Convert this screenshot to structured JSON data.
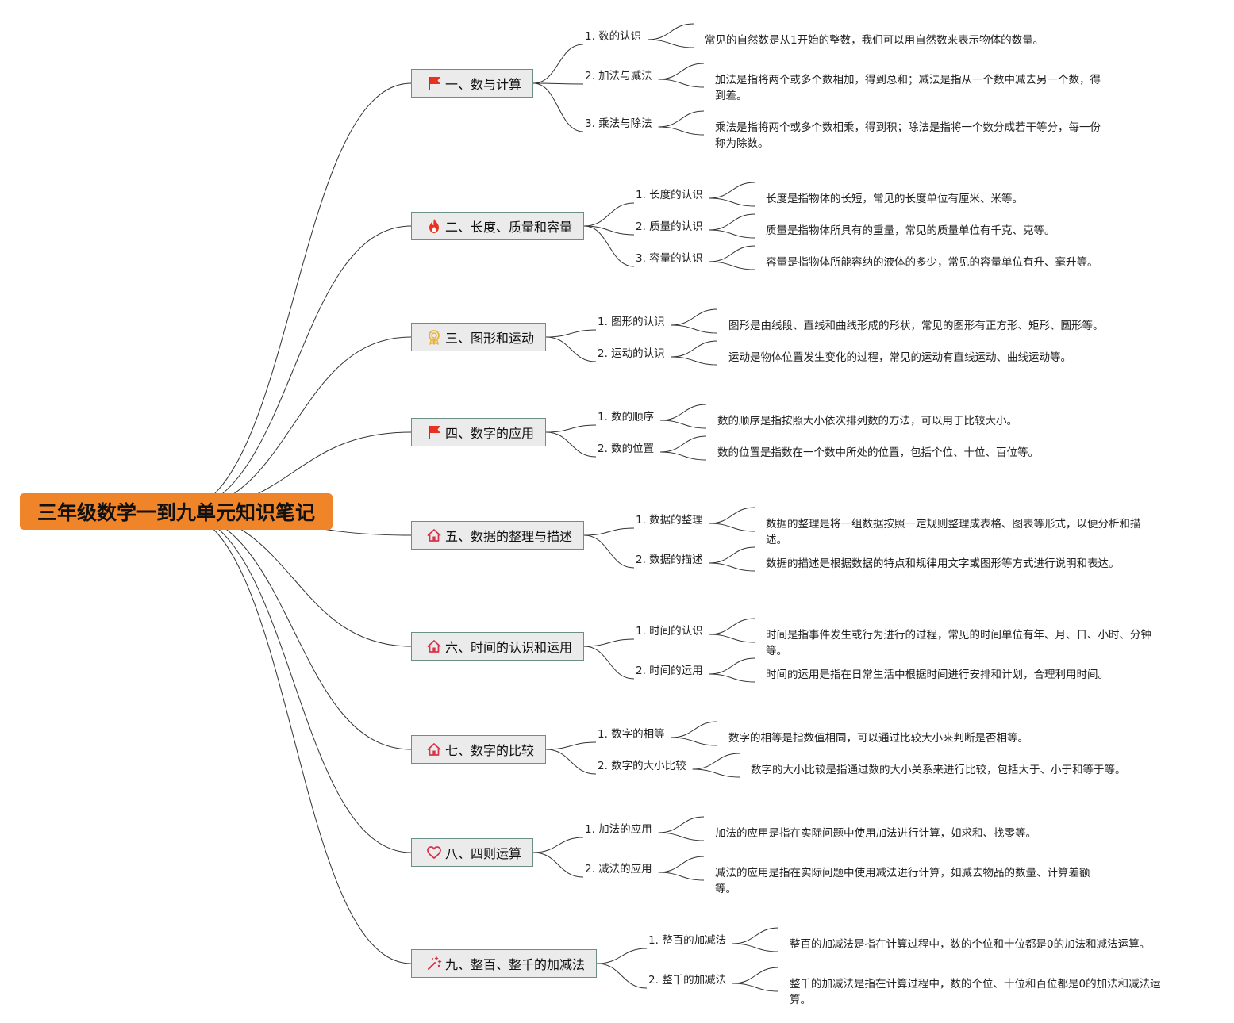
{
  "root": {
    "title": "三年级数学一到九单元知识笔记"
  },
  "units": [
    {
      "label": "一、数与计算",
      "icon": "red-flag-icon",
      "items": [
        {
          "label": "1. 数的认识",
          "desc": "常见的自然数是从1开始的整数，我们可以用自然数来表示物体的数量。"
        },
        {
          "label": "2. 加法与减法",
          "desc": "加法是指将两个或多个数相加，得到总和；减法是指从一个数中减去另一个数，得到差。"
        },
        {
          "label": "3. 乘法与除法",
          "desc": "乘法是指将两个或多个数相乘，得到积；除法是指将一个数分成若干等分，每一份称为除数。"
        }
      ]
    },
    {
      "label": "二、长度、质量和容量",
      "icon": "flame-icon",
      "items": [
        {
          "label": "1. 长度的认识",
          "desc": "长度是指物体的长短，常见的长度单位有厘米、米等。"
        },
        {
          "label": "2. 质量的认识",
          "desc": "质量是指物体所具有的重量，常见的质量单位有千克、克等。"
        },
        {
          "label": "3. 容量的认识",
          "desc": "容量是指物体所能容纳的液体的多少，常见的容量单位有升、毫升等。"
        }
      ]
    },
    {
      "label": "三、图形和运动",
      "icon": "award-ribbon-icon",
      "items": [
        {
          "label": "1. 图形的认识",
          "desc": "图形是由线段、直线和曲线形成的形状，常见的图形有正方形、矩形、圆形等。"
        },
        {
          "label": "2. 运动的认识",
          "desc": "运动是物体位置发生变化的过程，常见的运动有直线运动、曲线运动等。"
        }
      ]
    },
    {
      "label": "四、数字的应用",
      "icon": "red-flag-icon",
      "items": [
        {
          "label": "1. 数的顺序",
          "desc": "数的顺序是指按照大小依次排列数的方法，可以用于比较大小。"
        },
        {
          "label": "2. 数的位置",
          "desc": "数的位置是指数在一个数中所处的位置，包括个位、十位、百位等。"
        }
      ]
    },
    {
      "label": "五、数据的整理与描述",
      "icon": "house-icon",
      "items": [
        {
          "label": "1. 数据的整理",
          "desc": "数据的整理是将一组数据按照一定规则整理成表格、图表等形式，以便分析和描述。"
        },
        {
          "label": "2. 数据的描述",
          "desc": "数据的描述是根据数据的特点和规律用文字或图形等方式进行说明和表达。"
        }
      ]
    },
    {
      "label": "六、时间的认识和运用",
      "icon": "house-icon",
      "items": [
        {
          "label": "1. 时间的认识",
          "desc": "时间是指事件发生或行为进行的过程，常见的时间单位有年、月、日、小时、分钟等。"
        },
        {
          "label": "2. 时间的运用",
          "desc": "时间的运用是指在日常生活中根据时间进行安排和计划，合理利用时间。"
        }
      ]
    },
    {
      "label": "七、数字的比较",
      "icon": "house-icon",
      "items": [
        {
          "label": "1. 数字的相等",
          "desc": "数字的相等是指数值相同，可以通过比较大小来判断是否相等。"
        },
        {
          "label": "2. 数字的大小比较",
          "desc": "数字的大小比较是指通过数的大小关系来进行比较，包括大于、小于和等于等。"
        }
      ]
    },
    {
      "label": "八、四则运算",
      "icon": "heart-icon",
      "items": [
        {
          "label": "1. 加法的应用",
          "desc": "加法的应用是指在实际问题中使用加法进行计算，如求和、找零等。"
        },
        {
          "label": "2. 减法的应用",
          "desc": "减法的应用是指在实际问题中使用减法进行计算，如减去物品的数量、计算差额等。"
        }
      ]
    },
    {
      "label": "九、整百、整千的加减法",
      "icon": "magic-wand-icon",
      "items": [
        {
          "label": "1. 整百的加减法",
          "desc": "整百的加减法是指在计算过程中，数的个位和十位都是0的加法和减法运算。"
        },
        {
          "label": "2. 整千的加减法",
          "desc": "整千的加减法是指在计算过程中，数的个位、十位和百位都是0的加法和减法运算。"
        }
      ]
    }
  ]
}
